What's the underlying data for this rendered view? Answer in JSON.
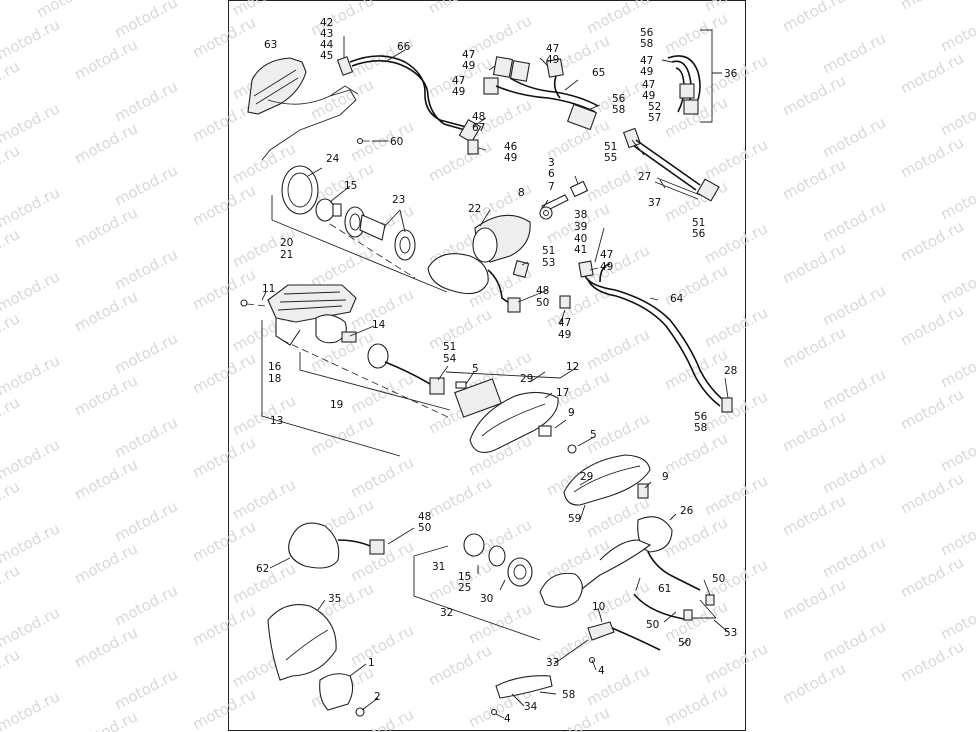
{
  "watermark": "motod.ru",
  "callouts": [
    {
      "id": "c63",
      "label": "63"
    },
    {
      "id": "c42",
      "label": "42"
    },
    {
      "id": "c43",
      "label": "43"
    },
    {
      "id": "c44",
      "label": "44"
    },
    {
      "id": "c45",
      "label": "45"
    },
    {
      "id": "c66",
      "label": "66"
    },
    {
      "id": "c47a",
      "label": "47"
    },
    {
      "id": "c49a",
      "label": "49"
    },
    {
      "id": "c47b",
      "label": "47"
    },
    {
      "id": "c49b",
      "label": "49"
    },
    {
      "id": "c47c",
      "label": "47"
    },
    {
      "id": "c49c",
      "label": "49"
    },
    {
      "id": "c65",
      "label": "65"
    },
    {
      "id": "c56a",
      "label": "56"
    },
    {
      "id": "c58a",
      "label": "58"
    },
    {
      "id": "c56b",
      "label": "56"
    },
    {
      "id": "c58b",
      "label": "58"
    },
    {
      "id": "c47d",
      "label": "47"
    },
    {
      "id": "c49d",
      "label": "49"
    },
    {
      "id": "c47e",
      "label": "47"
    },
    {
      "id": "c49e",
      "label": "49"
    },
    {
      "id": "c52",
      "label": "52"
    },
    {
      "id": "c57",
      "label": "57"
    },
    {
      "id": "c36",
      "label": "36"
    },
    {
      "id": "c48a",
      "label": "48"
    },
    {
      "id": "c67",
      "label": "67"
    },
    {
      "id": "c46",
      "label": "46"
    },
    {
      "id": "c49f",
      "label": "49"
    },
    {
      "id": "c60",
      "label": "60"
    },
    {
      "id": "c51a",
      "label": "51"
    },
    {
      "id": "c55",
      "label": "55"
    },
    {
      "id": "c24",
      "label": "24"
    },
    {
      "id": "c15a",
      "label": "15"
    },
    {
      "id": "c3",
      "label": "3"
    },
    {
      "id": "c6",
      "label": "6"
    },
    {
      "id": "c7",
      "label": "7"
    },
    {
      "id": "c27",
      "label": "27"
    },
    {
      "id": "c8",
      "label": "8"
    },
    {
      "id": "c23",
      "label": "23"
    },
    {
      "id": "c22",
      "label": "22"
    },
    {
      "id": "c37",
      "label": "37"
    },
    {
      "id": "c38",
      "label": "38"
    },
    {
      "id": "c39",
      "label": "39"
    },
    {
      "id": "c40",
      "label": "40"
    },
    {
      "id": "c41",
      "label": "41"
    },
    {
      "id": "c51b",
      "label": "51"
    },
    {
      "id": "c56c",
      "label": "56"
    },
    {
      "id": "c20",
      "label": "20"
    },
    {
      "id": "c21",
      "label": "21"
    },
    {
      "id": "c51c",
      "label": "51"
    },
    {
      "id": "c53a",
      "label": "53"
    },
    {
      "id": "c47f",
      "label": "47"
    },
    {
      "id": "c49g",
      "label": "49"
    },
    {
      "id": "c11",
      "label": "11"
    },
    {
      "id": "c48b",
      "label": "48"
    },
    {
      "id": "c50a",
      "label": "50"
    },
    {
      "id": "c64",
      "label": "64"
    },
    {
      "id": "c47g",
      "label": "47"
    },
    {
      "id": "c49h",
      "label": "49"
    },
    {
      "id": "c14",
      "label": "14"
    },
    {
      "id": "c51d",
      "label": "51"
    },
    {
      "id": "c54",
      "label": "54"
    },
    {
      "id": "c12",
      "label": "12"
    },
    {
      "id": "c16",
      "label": "16"
    },
    {
      "id": "c18",
      "label": "18"
    },
    {
      "id": "c5a",
      "label": "5"
    },
    {
      "id": "c29a",
      "label": "29"
    },
    {
      "id": "c17",
      "label": "17"
    },
    {
      "id": "c28",
      "label": "28"
    },
    {
      "id": "c19",
      "label": "19"
    },
    {
      "id": "c13",
      "label": "13"
    },
    {
      "id": "c9a",
      "label": "9"
    },
    {
      "id": "c56d",
      "label": "56"
    },
    {
      "id": "c58c",
      "label": "58"
    },
    {
      "id": "c5b",
      "label": "5"
    },
    {
      "id": "c29b",
      "label": "29"
    },
    {
      "id": "c9b",
      "label": "9"
    },
    {
      "id": "c59",
      "label": "59"
    },
    {
      "id": "c26",
      "label": "26"
    },
    {
      "id": "c48c",
      "label": "48"
    },
    {
      "id": "c50b",
      "label": "50"
    },
    {
      "id": "c62",
      "label": "62"
    },
    {
      "id": "c31",
      "label": "31"
    },
    {
      "id": "c15b",
      "label": "15"
    },
    {
      "id": "c25",
      "label": "25"
    },
    {
      "id": "c61",
      "label": "61"
    },
    {
      "id": "c50c",
      "label": "50"
    },
    {
      "id": "c30",
      "label": "30"
    },
    {
      "id": "c35",
      "label": "35"
    },
    {
      "id": "c32",
      "label": "32"
    },
    {
      "id": "c10",
      "label": "10"
    },
    {
      "id": "c50d",
      "label": "50"
    },
    {
      "id": "c53b",
      "label": "53"
    },
    {
      "id": "c50e",
      "label": "50"
    },
    {
      "id": "c1",
      "label": "1"
    },
    {
      "id": "c33",
      "label": "33"
    },
    {
      "id": "c4a",
      "label": "4"
    },
    {
      "id": "c58d",
      "label": "58"
    },
    {
      "id": "c2",
      "label": "2"
    },
    {
      "id": "c34",
      "label": "34"
    },
    {
      "id": "c4b",
      "label": "4"
    }
  ]
}
